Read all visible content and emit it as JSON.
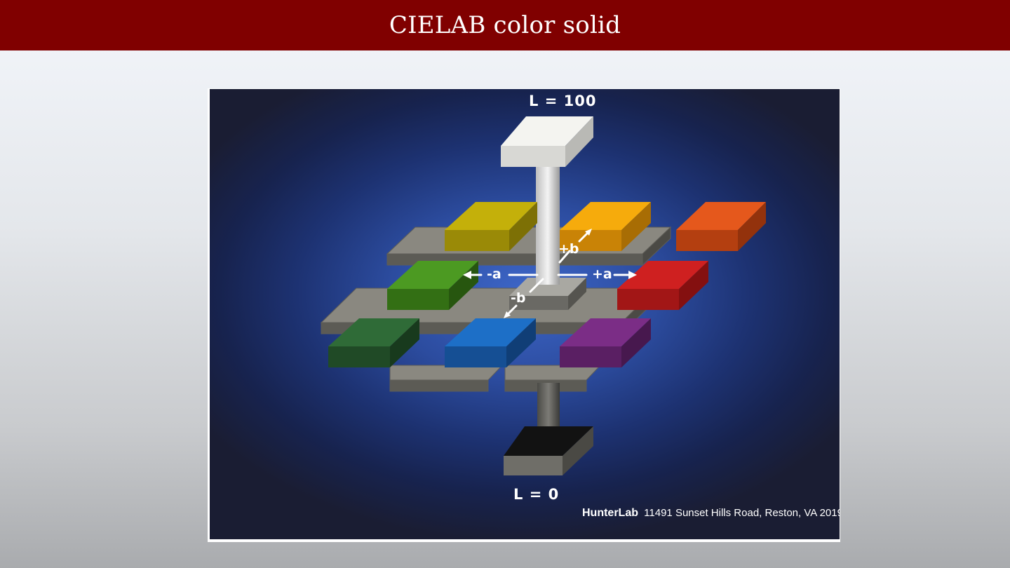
{
  "slide": {
    "title": "CIELAB color solid"
  },
  "figure": {
    "top_label": "L = 100",
    "bottom_label": "L = 0",
    "axis_labels": {
      "plus_b": "+b",
      "minus_b": "-b",
      "plus_a": "+a",
      "minus_a": "-a"
    },
    "footer": {
      "brand": "HunterLab",
      "address": "11491 Sunset Hills Road, Reston, VA 2019("
    },
    "swatch_colors": {
      "white": "#f2f2ee",
      "black": "#151515",
      "yellow_green": "#c9b408",
      "yellow": "#f4a80a",
      "orange": "#e2591c",
      "green": "#4b9b22",
      "red": "#cc1f1f",
      "dark_green": "#2f6a36",
      "blue": "#1c6ec6",
      "purple": "#7a2c84",
      "frame_gray": "#8c8a82"
    }
  }
}
